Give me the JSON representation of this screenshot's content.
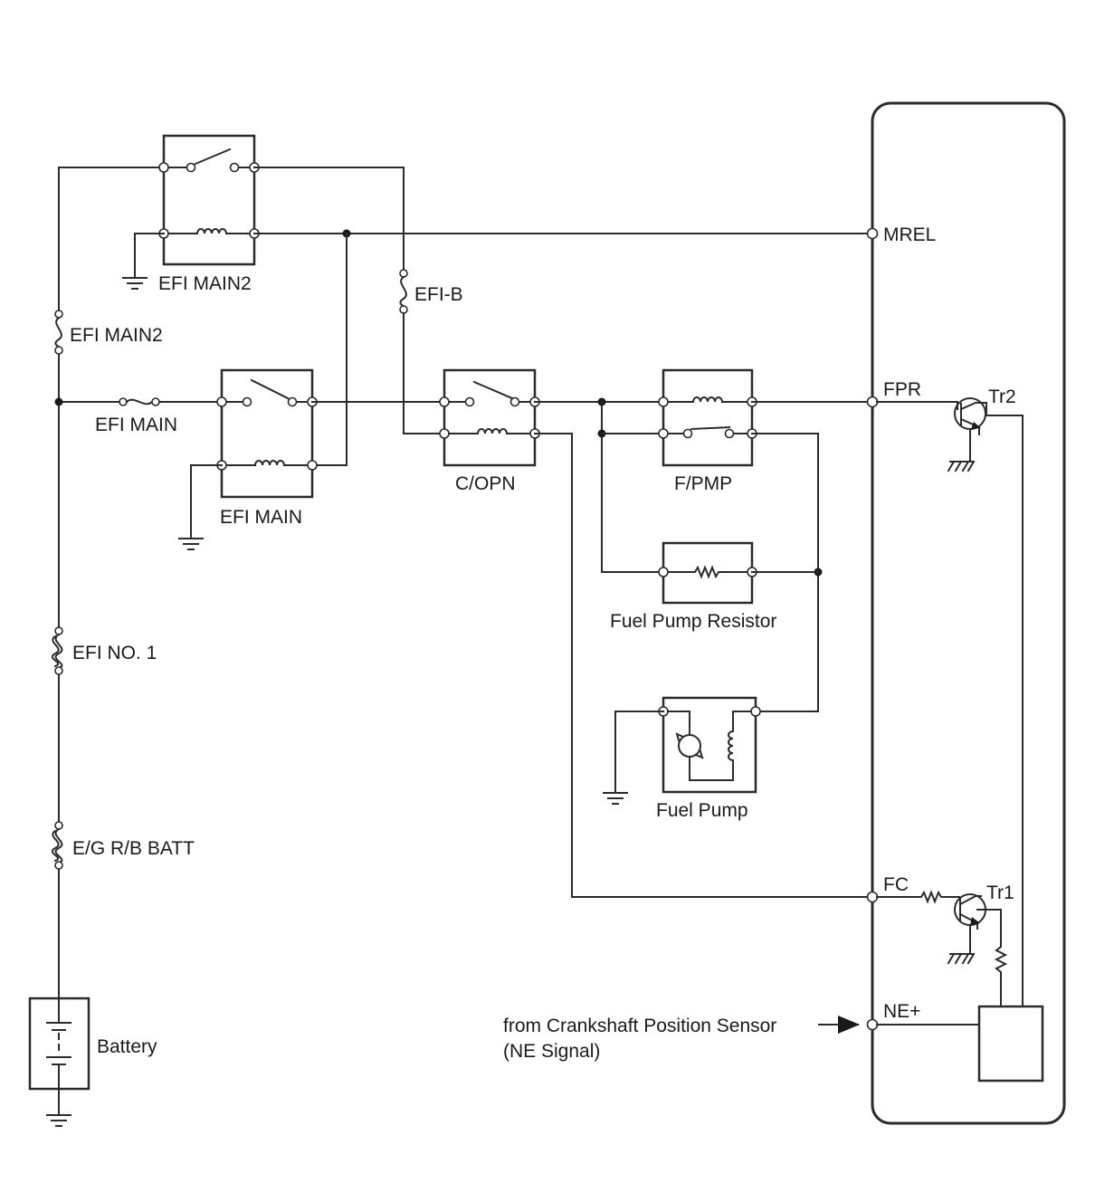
{
  "labels": {
    "relay_efi_main2": "EFI MAIN2",
    "fuse_efi_main2": "EFI MAIN2",
    "fuse_efi_b": "EFI-B",
    "fuse_efi_main": "EFI MAIN",
    "relay_efi_main": "EFI MAIN",
    "relay_copn": "C/OPN",
    "relay_fpmp": "F/PMP",
    "fuel_pump_resistor": "Fuel Pump Resistor",
    "fuel_pump": "Fuel Pump",
    "fuse_efi_no1": "EFI NO. 1",
    "fuse_eg_rb_batt": "E/G R/B BATT",
    "battery": "Battery",
    "terminal_mrel": "MREL",
    "terminal_fpr": "FPR",
    "terminal_fc": "FC",
    "terminal_ne": "NE+",
    "transistor_tr2": "Tr2",
    "transistor_tr1": "Tr1",
    "crank_signal_line1": "from Crankshaft Position Sensor",
    "crank_signal_line2": "(NE Signal)"
  }
}
